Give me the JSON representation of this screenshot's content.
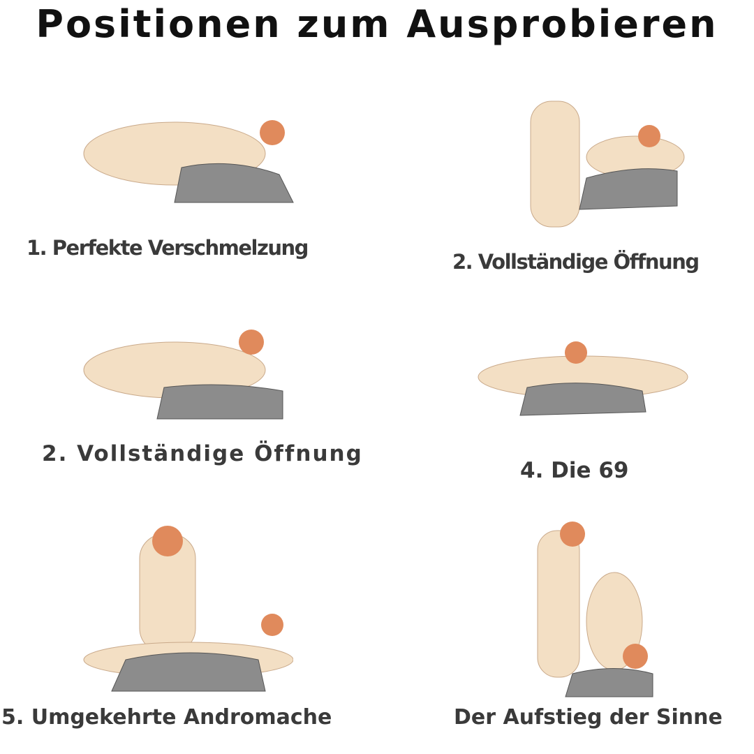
{
  "title": "Positionen zum Ausprobieren",
  "positions": [
    {
      "label": "1. Perfekte Verschmelzung",
      "illustration": "wedge-pillow-illustration"
    },
    {
      "label": "2. Vollständige Öffnung",
      "illustration": "wedge-pillow-illustration"
    },
    {
      "label": "2. Vollständige Öffnung",
      "illustration": "wedge-pillow-illustration"
    },
    {
      "label": "4.  Die 69",
      "illustration": "wedge-pillow-illustration"
    },
    {
      "label": "5. Umgekehrte Andromache",
      "illustration": "wedge-pillow-illustration"
    },
    {
      "label": "Der Aufstieg der Sinne",
      "illustration": "wedge-pillow-illustration"
    }
  ],
  "colors": {
    "cushion": "#8c8c8c",
    "skin": "#f3dfc4",
    "hair": "#e08a5c",
    "text": "#3a3a3a"
  }
}
